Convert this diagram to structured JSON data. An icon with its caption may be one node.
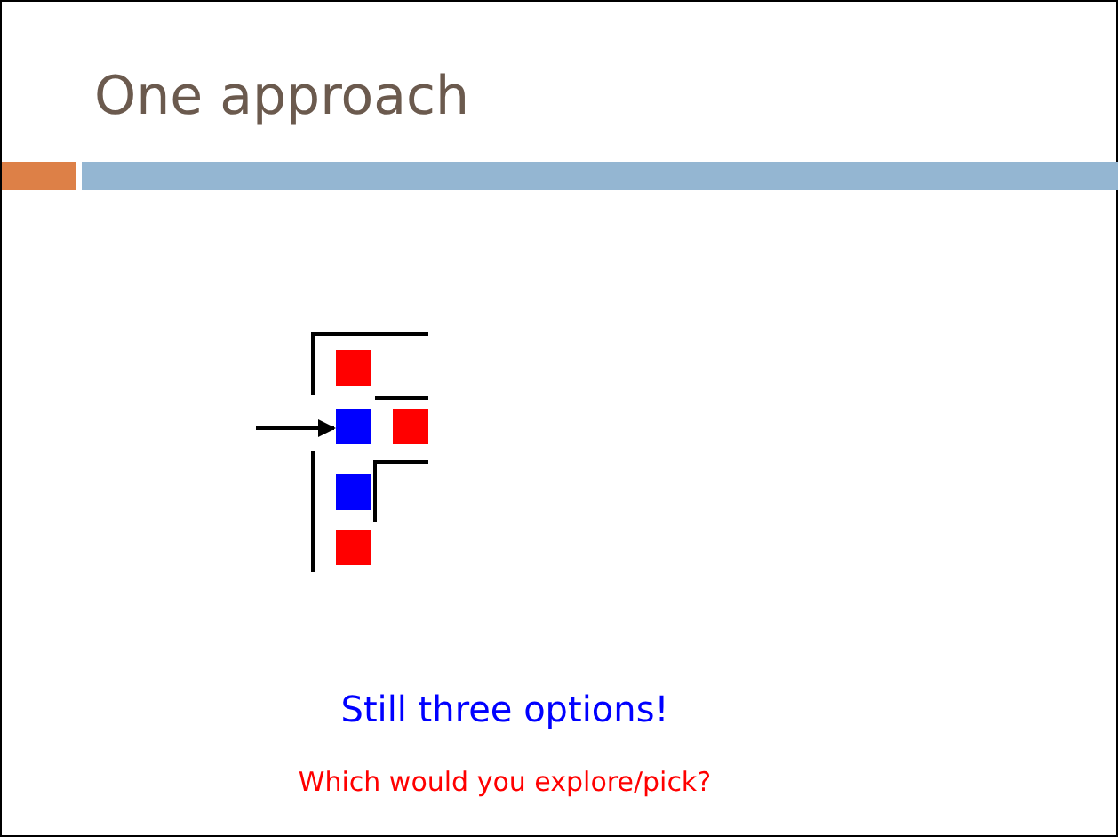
{
  "diagram": {
    "title": "One approach",
    "nodes": [
      {
        "text": [],
        "shape": "box"
      },
      {
        "text": [],
        "shape": "box"
      },
      {
        "text": [],
        "shape": "box"
      },
      {
        "text": [],
        "shape": "box"
      },
      {
        "text": [],
        "shape": "box"
      }
    ],
    "edges": [
      {
        "from": null,
        "to": 1,
        "arrow": "to"
      }
    ],
    "labels": [
      "Still three options!",
      "Which would you explore/pick?"
    ]
  }
}
